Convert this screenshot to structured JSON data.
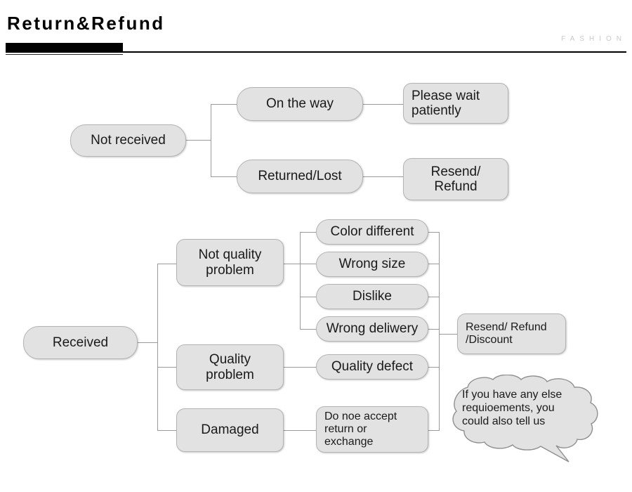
{
  "header": {
    "title": "Return&Refund",
    "brand": "FASHION"
  },
  "chart_data": {
    "type": "diagram",
    "title": "Return&Refund",
    "flows": [
      {
        "id": "not-received",
        "root": "Not received",
        "branches": [
          {
            "label": "On the way",
            "outcome": "Please wait\npatiently"
          },
          {
            "label": "Returned/Lost",
            "outcome": "Resend/\nRefund"
          }
        ]
      },
      {
        "id": "received",
        "root": "Received",
        "branches": [
          {
            "label": "Not quality\nproblem",
            "reasons": [
              "Color different",
              "Wrong size",
              "Dislike",
              "Wrong deliwery"
            ],
            "outcome": "Resend/ Refund\n/Discount"
          },
          {
            "label": "Quality\nproblem",
            "reasons": [
              "Quality defect"
            ],
            "outcome": "Resend/ Refund\n/Discount"
          },
          {
            "label": "Damaged",
            "reasons": [
              "Do noe accept\nreturn or\nexchange"
            ],
            "outcome": "Resend/ Refund\n/Discount"
          }
        ]
      }
    ]
  },
  "nodes": {
    "not_received": "Not received",
    "on_the_way": "On the way",
    "please_wait": "Please wait\npatiently",
    "returned_lost": "Returned/Lost",
    "resend_refund": "Resend/\nRefund",
    "received": "Received",
    "not_quality_problem": "Not quality\nproblem",
    "quality_problem": "Quality\nproblem",
    "damaged": "Damaged",
    "color_different": "Color different",
    "wrong_size": "Wrong size",
    "dislike": "Dislike",
    "wrong_deliwery": "Wrong deliwery",
    "quality_defect": "Quality defect",
    "do_not_accept": "Do noe accept\nreturn or\nexchange",
    "resend_refund_discount": "Resend/ Refund\n/Discount"
  },
  "callout": {
    "text": "If you have any else\nrequioements, you\ncould also tell us"
  },
  "colors": {
    "node_fill": "#e2e2e2",
    "node_border": "#b4b4b4",
    "connector": "#9a9a9a",
    "title": "#000000",
    "brand": "#c9c9c9"
  }
}
